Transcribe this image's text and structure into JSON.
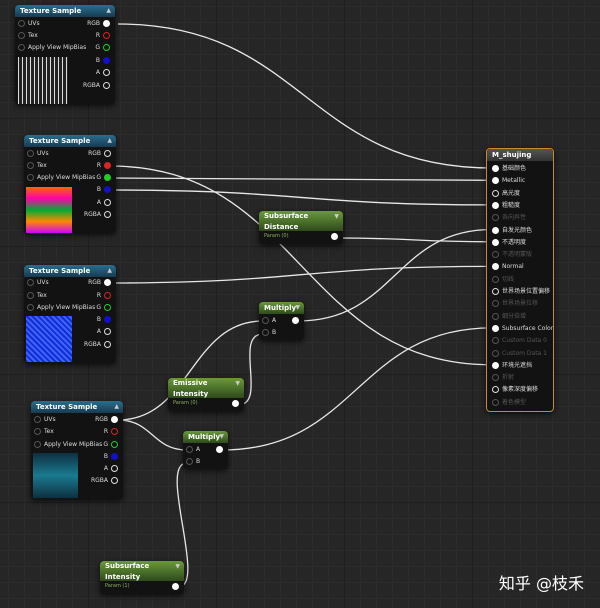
{
  "texture_samples": [
    {
      "title": "Texture Sample",
      "inputs": [
        "UVs",
        "Tex",
        "Apply View MipBias"
      ],
      "outputs": [
        "RGB",
        "R",
        "G",
        "B",
        "A",
        "RGBA"
      ]
    },
    {
      "title": "Texture Sample",
      "inputs": [
        "UVs",
        "Tex",
        "Apply View MipBias"
      ],
      "outputs": [
        "RGB",
        "R",
        "G",
        "B",
        "A",
        "RGBA"
      ]
    },
    {
      "title": "Texture Sample",
      "inputs": [
        "UVs",
        "Tex",
        "Apply View MipBias"
      ],
      "outputs": [
        "RGB",
        "R",
        "G",
        "B",
        "A",
        "RGBA"
      ]
    },
    {
      "title": "Texture Sample",
      "inputs": [
        "UVs",
        "Tex",
        "Apply View MipBias"
      ],
      "outputs": [
        "RGB",
        "R",
        "G",
        "B",
        "A",
        "RGBA"
      ]
    }
  ],
  "params": {
    "subsurface_distance": {
      "title": "Subsurface Distance",
      "sub": "Param (0)"
    },
    "emissive_intensity": {
      "title": "Emissive Intensity",
      "sub": "Param (0)"
    },
    "subsurface_intensity": {
      "title": "Subsurface Intensity",
      "sub": "Param (1)"
    }
  },
  "multiply": {
    "title": "Multiply",
    "a": "A",
    "b": "B"
  },
  "material": {
    "title": "M_shujing",
    "pins": [
      {
        "label": "基础颜色",
        "active": true
      },
      {
        "label": "Metallic",
        "active": true
      },
      {
        "label": "高光度",
        "active": true
      },
      {
        "label": "粗糙度",
        "active": true
      },
      {
        "label": "各向异性",
        "active": false
      },
      {
        "label": "自发光颜色",
        "active": true
      },
      {
        "label": "不透明度",
        "active": true
      },
      {
        "label": "不透明蒙版",
        "active": false
      },
      {
        "label": "Normal",
        "active": true
      },
      {
        "label": "切线",
        "active": false
      },
      {
        "label": "世界场景位置偏移",
        "active": true
      },
      {
        "label": "世界场景位移",
        "active": false
      },
      {
        "label": "细分倍增",
        "active": false
      },
      {
        "label": "Subsurface Color",
        "active": true
      },
      {
        "label": "Custom Data 0",
        "active": false
      },
      {
        "label": "Custom Data 1",
        "active": false
      },
      {
        "label": "环境光遮挡",
        "active": true
      },
      {
        "label": "折射",
        "active": false
      },
      {
        "label": "像素深度偏移",
        "active": true
      },
      {
        "label": "着色模型",
        "active": false
      }
    ]
  },
  "watermark": "知乎 @枝禾"
}
